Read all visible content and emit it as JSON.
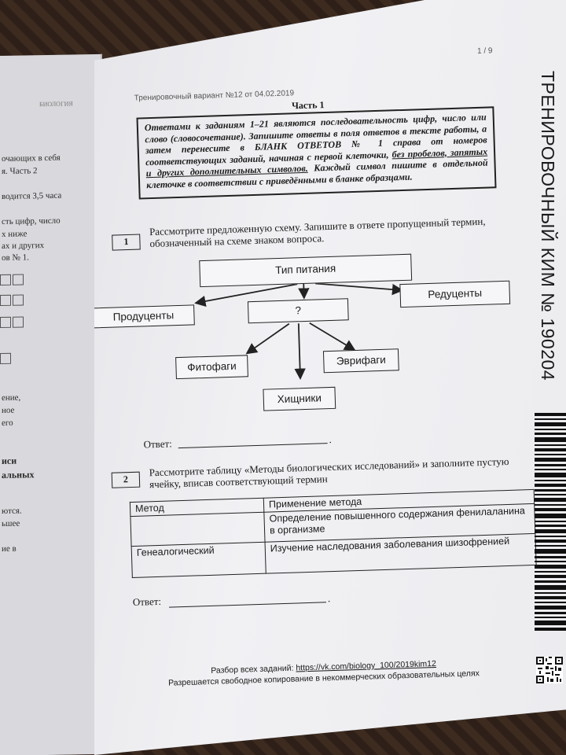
{
  "left_page": {
    "subject": "БИОЛОГИЯ",
    "lines_top": [
      "очающих в себя",
      "я. Часть 2",
      "водится 3,5 часа",
      "сть цифр, число",
      "х ниже",
      "ах и других",
      "ов № 1."
    ],
    "lines_mid": [
      "ение,",
      "ное",
      "его"
    ],
    "lines_bold": [
      "иси",
      "альных"
    ],
    "lines_low": [
      "ются.",
      "ьшее",
      "ие в"
    ]
  },
  "header": {
    "variant": "Тренировочный вариант №12 от 04.02.2019",
    "page_number": "1 / 9",
    "part_title": "Часть 1"
  },
  "notice": {
    "text_a": "Ответами к заданиям 1–21 являются последовательность цифр, число или слово (словосочетание). Запишите ответы в поля ответов в тексте работы, а затем перенесите в БЛАНК ОТВЕТОВ № 1 справа от номеров соответствующих заданий, начиная с первой клеточки, ",
    "text_underlined": "без пробелов, запятых и других дополнительных символов.",
    "text_b": " Каждый символ пишите в отдельной клеточке в соответствии с приведёнными в бланке образцами."
  },
  "question1": {
    "number": "1",
    "text": "Рассмотрите предложенную схему. Запишите в ответе пропущенный термин, обозначенный на схеме знаком вопроса.",
    "scheme": {
      "root": "Тип питания",
      "left": "Продуценты",
      "middle": "?",
      "right": "Редуценты",
      "sub_left": "Фитофаги",
      "sub_right": "Эврифаги",
      "sub_bottom": "Хищники"
    },
    "answer_label": "Ответ:",
    "answer_end": "."
  },
  "question2": {
    "number": "2",
    "text": "Рассмотрите таблицу «Методы биологических исследований» и заполните пустую ячейку, вписав соответствующий термин",
    "table": {
      "headers": [
        "Метод",
        "Применение метода"
      ],
      "rows": [
        [
          "",
          "Определение повышенного содержания фенилаланина в организме"
        ],
        [
          "Генеалогический",
          "Изучение наследования заболевания шизофренией"
        ]
      ]
    },
    "answer_label": "Ответ:",
    "answer_end": "."
  },
  "footer": {
    "line1_prefix": "Разбор всех заданий: ",
    "line1_link": "https://vk.com/biology_100/2019kim12",
    "line2": "Разрешается свободное копирование в некоммерческих образовательных целях"
  },
  "side_title": "ТРЕНИРОВОЧНЫЙ КИМ № 190204"
}
